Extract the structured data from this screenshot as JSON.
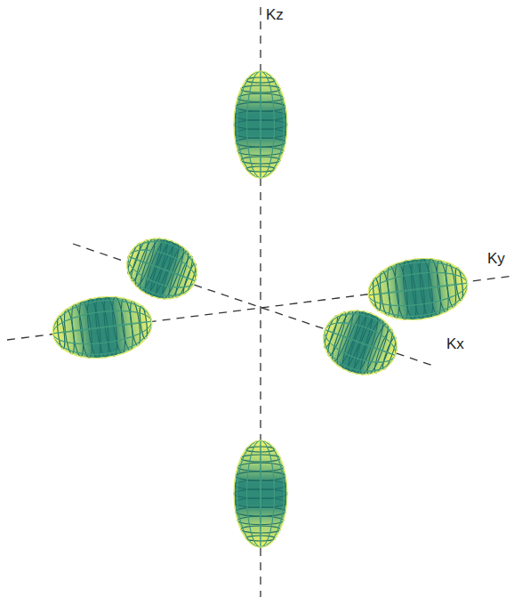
{
  "diagram": {
    "labels": [
      "Kz",
      "Ky",
      "Kx"
    ]
  }
}
